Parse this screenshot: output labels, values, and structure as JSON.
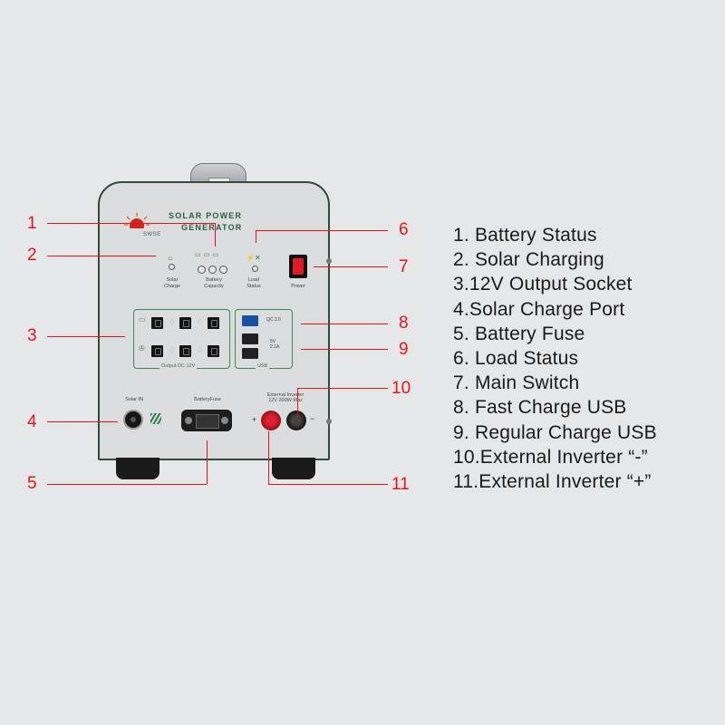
{
  "device": {
    "brand": "SWSE",
    "title_line1": "SOLAR POWER",
    "title_line2": "GENERATOR",
    "solar_charge_label": "Solar\nCharge",
    "battery_capacity_label": "Battery\nCapacity",
    "load_status_label": "Load\nStatus",
    "power_label": "Power",
    "output_dc_label": "Output DC 12V",
    "qc_label": "QC 3.0",
    "usb_rating_label": "5V\n2.1A",
    "usb_label": "USB",
    "solar_in_label": "Solar IN",
    "battery_fuse_label": "BatteryFuse",
    "external_inverter_label": "External Inverter\n12V 200W Max",
    "plus_sign": "+",
    "minus_sign": "−"
  },
  "callouts": [
    "1",
    "2",
    "3",
    "4",
    "5",
    "6",
    "7",
    "8",
    "9",
    "10",
    "11"
  ],
  "legend": [
    "1. Battery Status",
    "2. Solar Charging",
    "3.12V Output Socket",
    "4.Solar Charge Port",
    "5. Battery Fuse",
    "6. Load Status",
    "7. Main Switch",
    "8. Fast Charge  USB",
    "9. Regular Charge  USB",
    "10.External Inverter “-”",
    "11.External Inverter “+”"
  ],
  "colors": {
    "accent_red": "#e8131b",
    "panel_green": "#3a8b54",
    "background": "#e6e7e9"
  }
}
